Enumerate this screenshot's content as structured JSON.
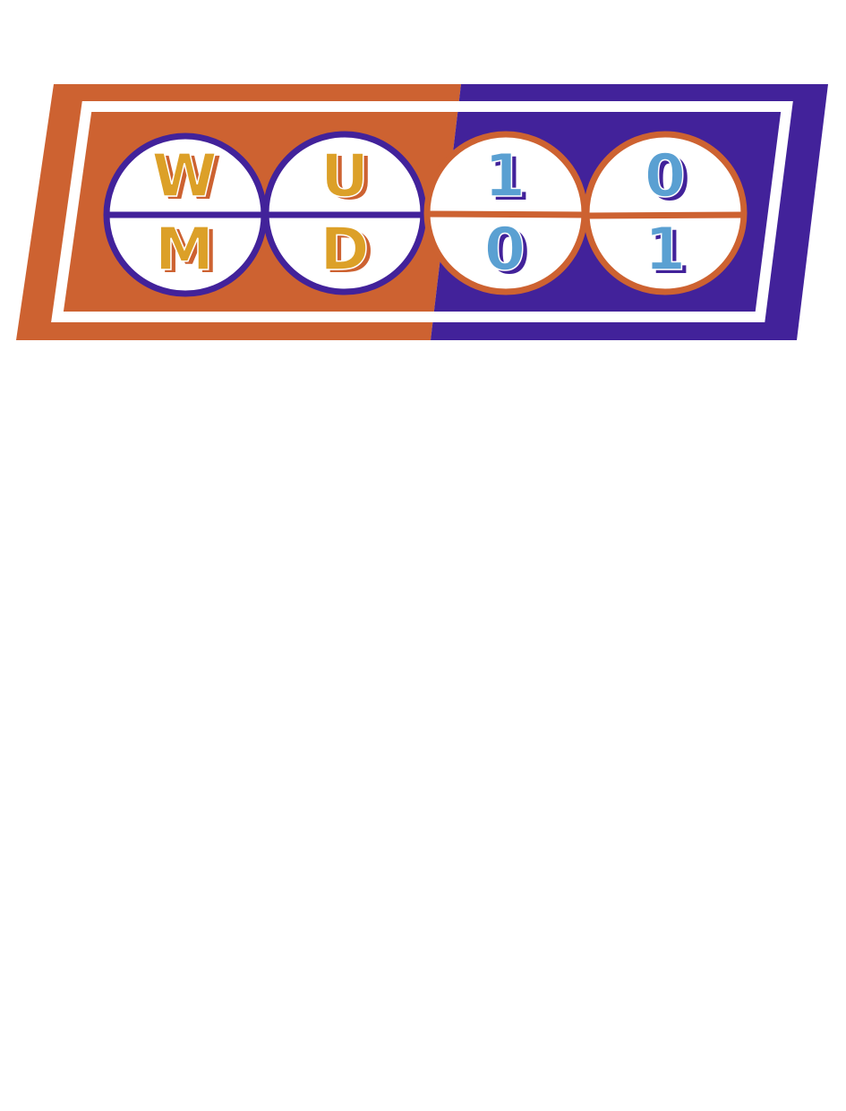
{
  "logo": {
    "colors": {
      "orange": "#CD6231",
      "purple": "#42229A",
      "gold": "#DCA028",
      "blue": "#5AA0D2",
      "white": "#FFFFFF"
    },
    "circles": [
      {
        "top": "W",
        "bottom": "M"
      },
      {
        "top": "U",
        "bottom": "D"
      },
      {
        "top": "1",
        "bottom": "0"
      },
      {
        "top": "0",
        "bottom": "1"
      }
    ]
  }
}
